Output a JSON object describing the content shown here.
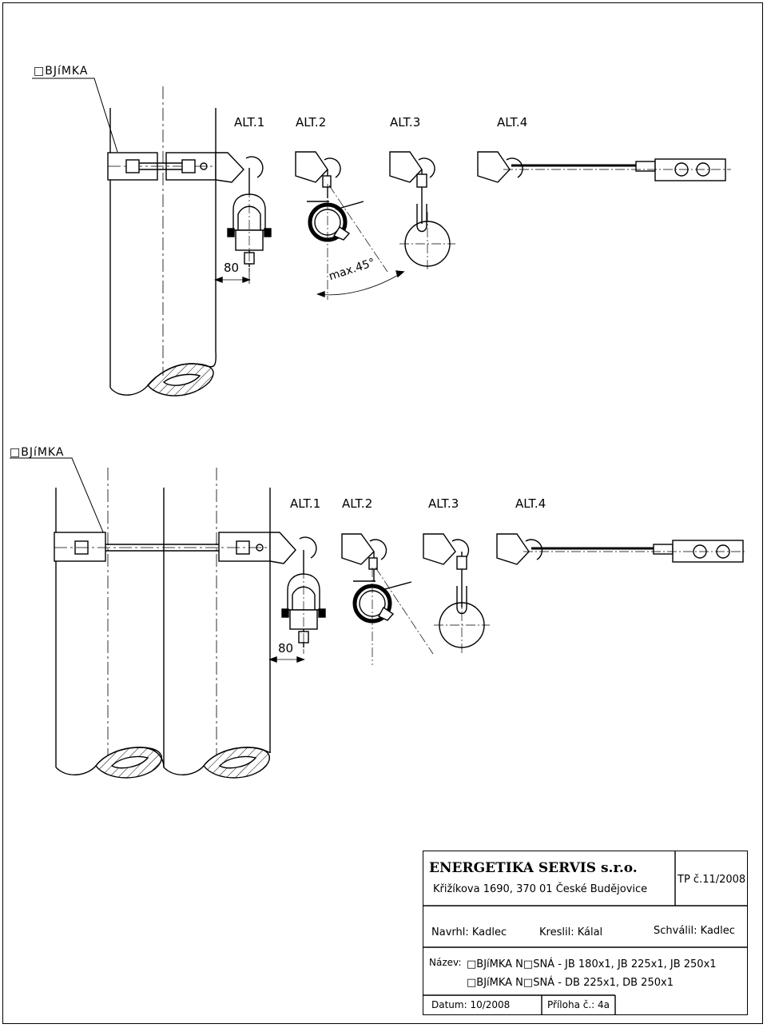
{
  "top": {
    "callout_label": "□BJíMKA",
    "alt_labels": [
      "ALT.1",
      "ALT.2",
      "ALT.3",
      "ALT.4"
    ],
    "dimension": "80",
    "angle_label": "max.45°"
  },
  "bottom": {
    "callout_label": "□BJíMKA",
    "alt_labels": [
      "ALT.1",
      "ALT.2",
      "ALT.3",
      "ALT.4"
    ],
    "dimension": "80"
  },
  "title_block": {
    "company": "ENERGETIKA SERVIS s.r.o.",
    "address": "Křižíkova 1690, 370 01   České Budějovice",
    "doc_number": "TP č.11/2008",
    "designed_by": "Navrhl: Kadlec",
    "drawn_by": "Kreslil: Kálal",
    "approved_by": "Schválil: Kadlec",
    "name_label": "Název:",
    "name_line1": "□BJíMKA N□SNÁ  -  JB 180x1,  JB 225x1,  JB 250x1",
    "name_line2": "□BJíMKA N□SNÁ  -  DB 225x1,  DB 250x1",
    "date": "Datum: 10/2008",
    "attachment": "Příloha č.: 4a"
  }
}
